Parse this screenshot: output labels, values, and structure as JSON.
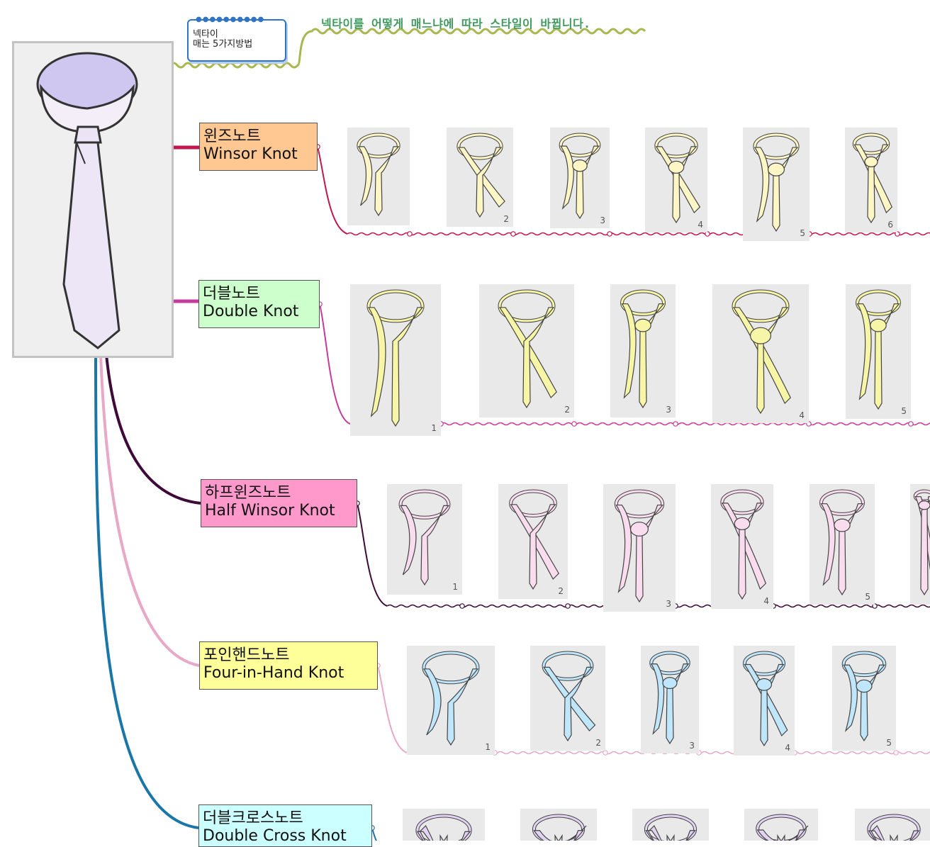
{
  "central": {
    "title_line1": "넥타이",
    "title_line2": "매는 5가지방법",
    "subtitle": "넥타이를 어떻게 매느냐에 따라 스타일이 바뀝니다.",
    "icon": "necktie-icon"
  },
  "knots": [
    {
      "id": "winsor",
      "ko": "윈즈노트",
      "en": "Winsor Knot",
      "fill": "#ffc893",
      "line": "#c2174e",
      "tie": "#fff6c6",
      "step_labels": [
        "",
        "2",
        "3",
        "4",
        "5",
        "6"
      ]
    },
    {
      "id": "double",
      "ko": "더블노트",
      "en": "Double Knot",
      "fill": "#ccffcc",
      "line": "#c43c9e",
      "tie": "#f7f5a6",
      "step_labels": [
        "1",
        "2",
        "3",
        "4",
        "5"
      ]
    },
    {
      "id": "half-winsor",
      "ko": "하프윈즈노트",
      "en": "Half Winsor Knot",
      "fill": "#ff99cc",
      "line": "#3e0a3a",
      "tie": "#fadcef",
      "step_labels": [
        "1",
        "2",
        "3",
        "4",
        "5",
        ""
      ]
    },
    {
      "id": "four-in-hand",
      "ko": "포인핸드노트",
      "en": "Four-in-Hand Knot",
      "fill": "#ffff99",
      "line": "#e8a8c8",
      "tie": "#bfe6fb",
      "step_labels": [
        "1",
        "2",
        "3",
        "4",
        "5"
      ]
    },
    {
      "id": "double-cross",
      "ko": "더블크로스노트",
      "en": "Double Cross Knot",
      "fill": "#ccffff",
      "line": "#1a76a8",
      "tie": "#e3d3f3",
      "step_labels": [
        "",
        "",
        "",
        "",
        ""
      ]
    }
  ]
}
